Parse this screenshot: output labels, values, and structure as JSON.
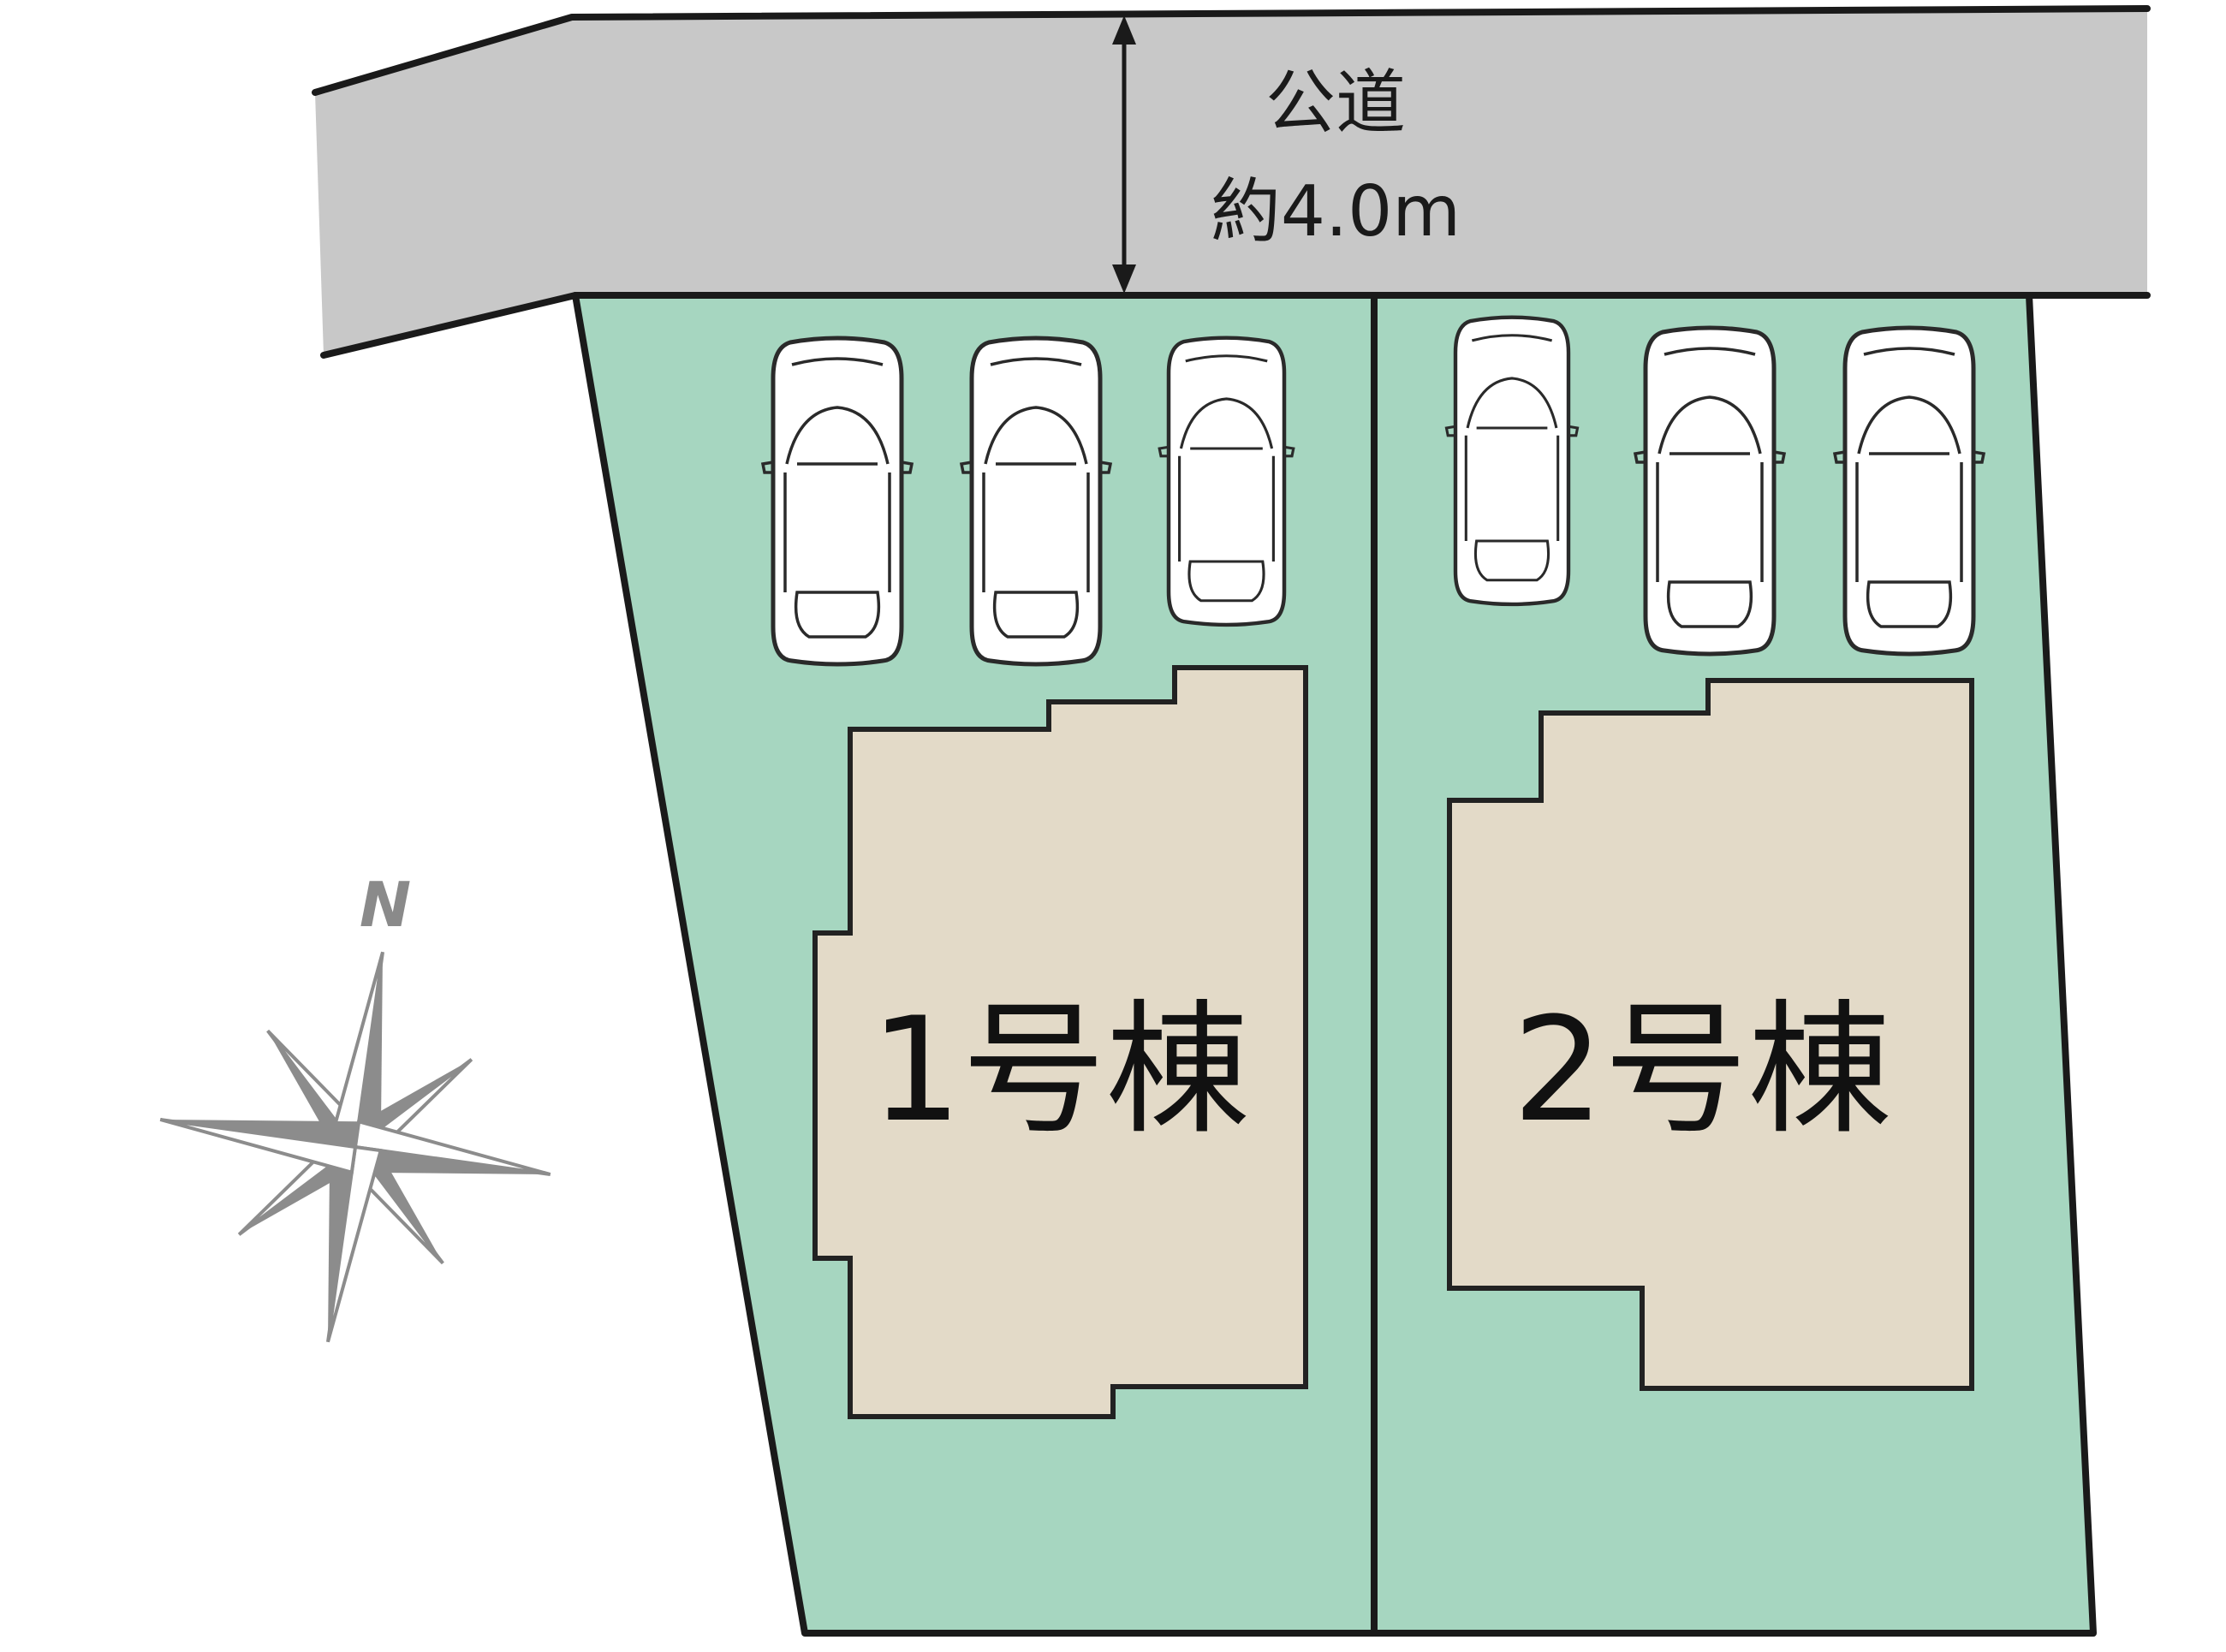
{
  "road": {
    "label": "公道",
    "width_label": "約4.0m"
  },
  "compass": {
    "north_label": "N"
  },
  "lots": [
    {
      "id": "lot-1",
      "building_label": "1号棟",
      "parking_spaces": 3
    },
    {
      "id": "lot-2",
      "building_label": "2号棟",
      "parking_spaces": 3
    }
  ],
  "colors": {
    "road": "#c8c8c8",
    "lot": "#a6d6c0",
    "building": "#e3dac8",
    "compass": "#8c8c8c"
  }
}
